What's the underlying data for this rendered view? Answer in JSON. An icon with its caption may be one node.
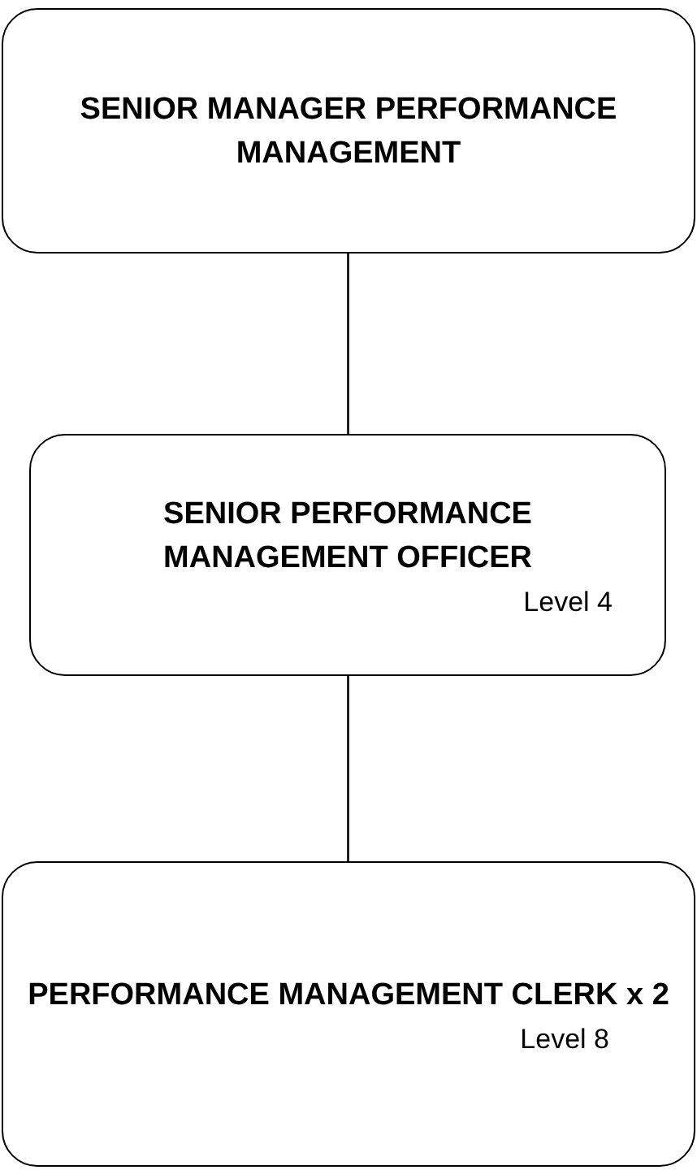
{
  "diagram": {
    "nodes": [
      {
        "text": [
          "SENIOR MANAGER PERFORMANCE MANAGEMENT"
        ]
      },
      {
        "text": [
          "SENIOR PERFORMANCE MANAGEMENT OFFICER",
          "Level 4"
        ]
      },
      {
        "text": [
          "PERFORMANCE MANAGEMENT CLERK x 2",
          "Level 8"
        ]
      }
    ],
    "edges": [
      {
        "from": 0,
        "to": 1,
        "arrow": "none"
      },
      {
        "from": 1,
        "to": 2,
        "arrow": "none"
      }
    ]
  }
}
